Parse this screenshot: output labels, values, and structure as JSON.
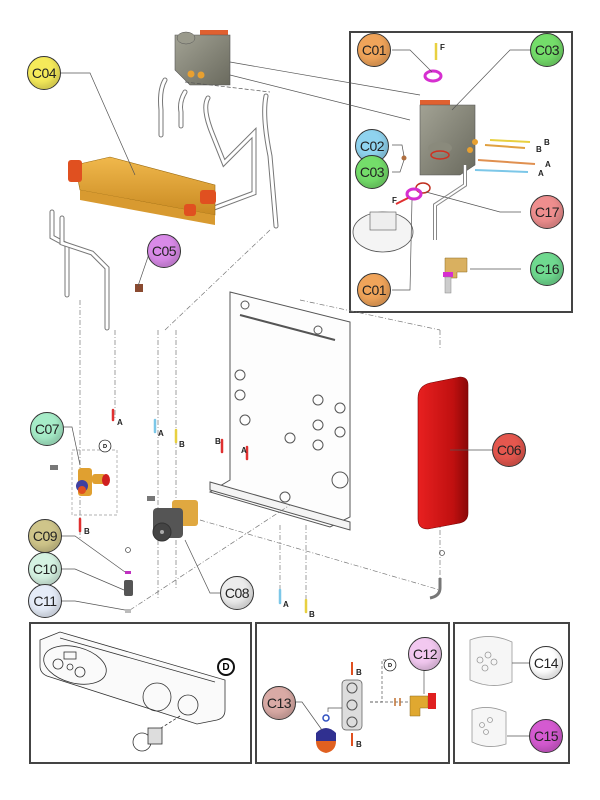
{
  "diagram": {
    "title": "",
    "type": "exploded-parts-diagram",
    "callouts": [
      {
        "id": "c04",
        "label": "C04",
        "color": "#f5ea5a"
      },
      {
        "id": "c05",
        "label": "C05",
        "color": "#d98ae8"
      },
      {
        "id": "c01a",
        "label": "C01",
        "color": "#f0a45a"
      },
      {
        "id": "c03a",
        "label": "C03",
        "color": "#74dd6a"
      },
      {
        "id": "c02",
        "label": "C02",
        "color": "#8fd3ef"
      },
      {
        "id": "c03b",
        "label": "C03",
        "color": "#74dd6a"
      },
      {
        "id": "c17",
        "label": "C17",
        "color": "#ee8e8e"
      },
      {
        "id": "c16",
        "label": "C16",
        "color": "#6fd98f"
      },
      {
        "id": "c01b",
        "label": "C01",
        "color": "#f0a45a"
      },
      {
        "id": "c06",
        "label": "C06",
        "color": "#e4574e"
      },
      {
        "id": "c07",
        "label": "C07",
        "color": "#a6ecc8"
      },
      {
        "id": "c08",
        "label": "C08",
        "color": "#ececec"
      },
      {
        "id": "c09",
        "label": "C09",
        "color": "#cfc58a"
      },
      {
        "id": "c10",
        "label": "C10",
        "color": "#d5f2e2"
      },
      {
        "id": "c11",
        "label": "C11",
        "color": "#e5ecf8"
      },
      {
        "id": "c12",
        "label": "C12",
        "color": "#f2c8f0"
      },
      {
        "id": "c13",
        "label": "C13",
        "color": "#d9aaa5"
      },
      {
        "id": "c14",
        "label": "C14",
        "color": "#ffffff"
      },
      {
        "id": "c15",
        "label": "C15",
        "color": "#d45ad0"
      }
    ],
    "markers": {
      "A": "A",
      "B": "B",
      "F": "F",
      "D": "D"
    },
    "panels": {
      "detail_top_right": "gas-valve-detail",
      "bottom_left": "control-panel-detail",
      "bottom_middle": "safety-valve-detail",
      "bottom_right": "insulation-detail"
    },
    "colors": {
      "heat_exchanger": "#e0a23a",
      "expansion_vessel": "#d01818",
      "gas_valve": "#8a8a7a",
      "seal_magenta": "#d62fd0",
      "pipe_red": "#e03030",
      "pipe_blue": "#7cc7e8",
      "pipe_yellow": "#e8d040",
      "brass": "#e0a830"
    }
  }
}
